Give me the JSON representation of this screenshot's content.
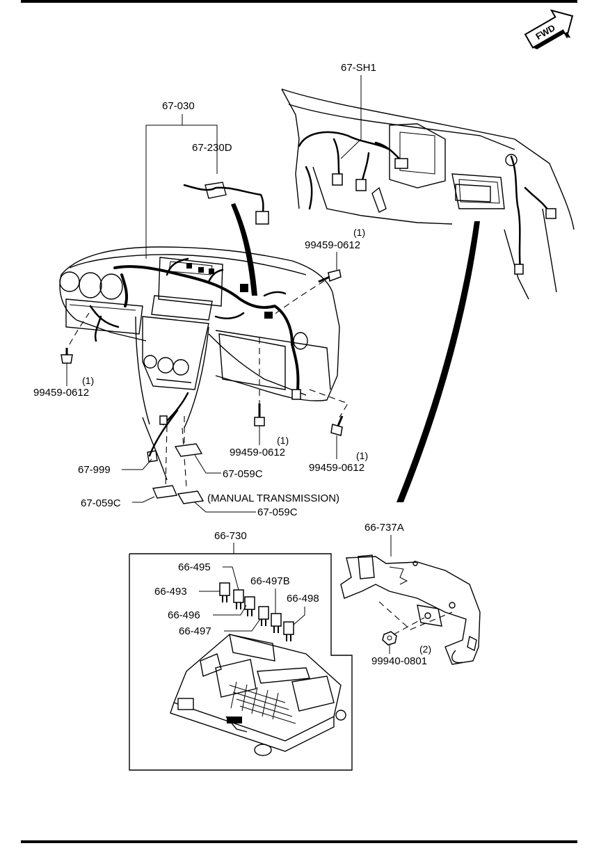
{
  "fwd_label": "FWD",
  "labels": {
    "sh1": "67-SH1",
    "harness_main": "67-030",
    "harness_230d": "67-230D",
    "bolt_top": "99459-0612",
    "bolt_top_qty": "(1)",
    "bolt_left": "99459-0612",
    "bolt_left_qty": "(1)",
    "bolt_center": "99459-0612",
    "bolt_center_qty": "(1)",
    "bolt_right": "99459-0612",
    "bolt_right_qty": "(1)",
    "clip_999": "67-999",
    "pad_upper": "67-059C",
    "pad_left": "67-059C",
    "pad_lower": "67-059C",
    "manual_note": "(MANUAL TRANSMISSION)",
    "fuse_box": "66-730",
    "bracket": "66-737A",
    "nut": "99940-0801",
    "nut_qty": "(2)",
    "fuse_495": "66-495",
    "fuse_493": "66-493",
    "fuse_497b": "66-497B",
    "fuse_498": "66-498",
    "fuse_496": "66-496",
    "fuse_497": "66-497"
  }
}
